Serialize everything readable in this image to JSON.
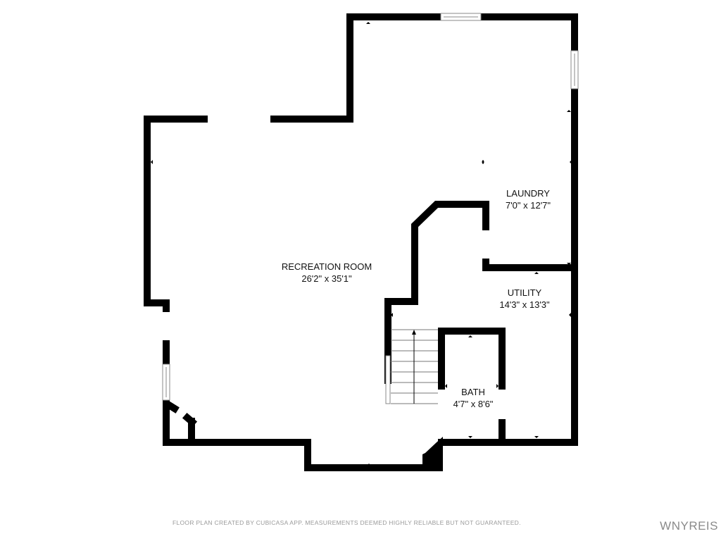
{
  "rooms": [
    {
      "name": "RECREATION ROOM",
      "dims": "26'2\" x 35'1\""
    },
    {
      "name": "LAUNDRY",
      "dims": "7'0\" x 12'7\""
    },
    {
      "name": "UTILITY",
      "dims": "14'3\" x 13'3\""
    },
    {
      "name": "BATH",
      "dims": "4'7\" x 8'6\""
    }
  ],
  "footer": {
    "disclaimer": "FLOOR PLAN CREATED BY CUBICASA APP. MEASUREMENTS DEEMED HIGHLY RELIABLE BUT NOT GUARANTEED.",
    "brand": "WNYREIS"
  },
  "colors": {
    "wall": "#000000",
    "background": "#ffffff",
    "text": "#111111",
    "footer_text": "#9a9a9a"
  }
}
